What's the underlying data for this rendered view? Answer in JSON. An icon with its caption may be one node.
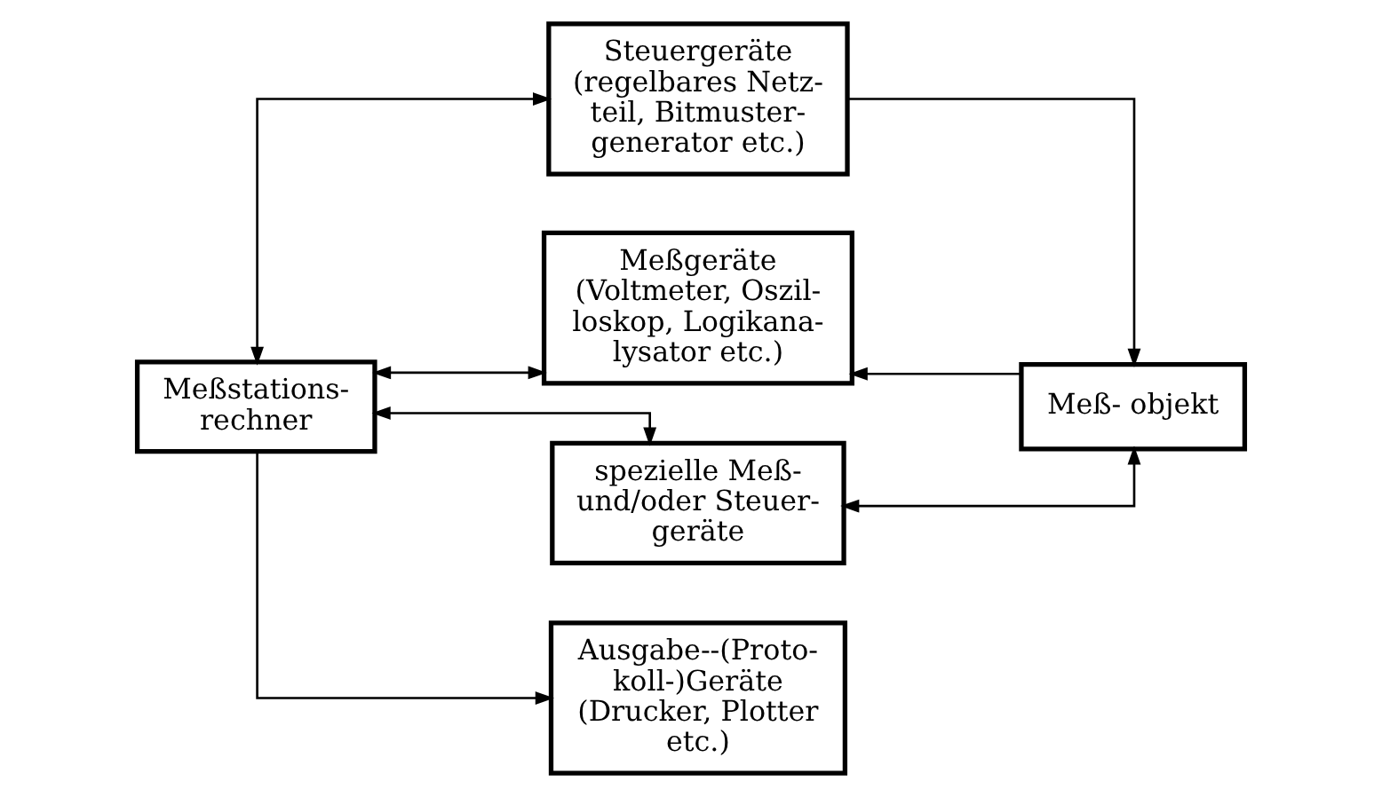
{
  "diagram": {
    "nodes": [
      {
        "text": [
          "Meßstations- rechner"
        ]
      },
      {
        "text": [
          "Steuergeräte (regelbares Netz- teil, Bitmuster- generator etc.)"
        ]
      },
      {
        "text": [
          "Meßgeräte (Voltmeter, Oszil- loskop, Logikana- lysator etc.)"
        ]
      },
      {
        "text": [
          "spezielle Meß- und/oder Steuer- geräte"
        ]
      },
      {
        "text": [
          "Ausgabe--(Proto- koll-)Geräte (Drucker, Plotter etc.)"
        ]
      },
      {
        "text": [
          "Meß- objekt"
        ]
      }
    ],
    "edges": [
      {
        "from": 0,
        "to": 1,
        "arrow": "both"
      },
      {
        "from": 0,
        "to": 2,
        "arrow": "both"
      },
      {
        "from": 0,
        "to": 3,
        "arrow": "both"
      },
      {
        "from": 0,
        "to": 4,
        "arrow": "to"
      },
      {
        "from": 1,
        "to": 5,
        "arrow": "to"
      },
      {
        "from": 5,
        "to": 2,
        "arrow": "to"
      },
      {
        "from": 3,
        "to": 5,
        "arrow": "both"
      }
    ]
  }
}
